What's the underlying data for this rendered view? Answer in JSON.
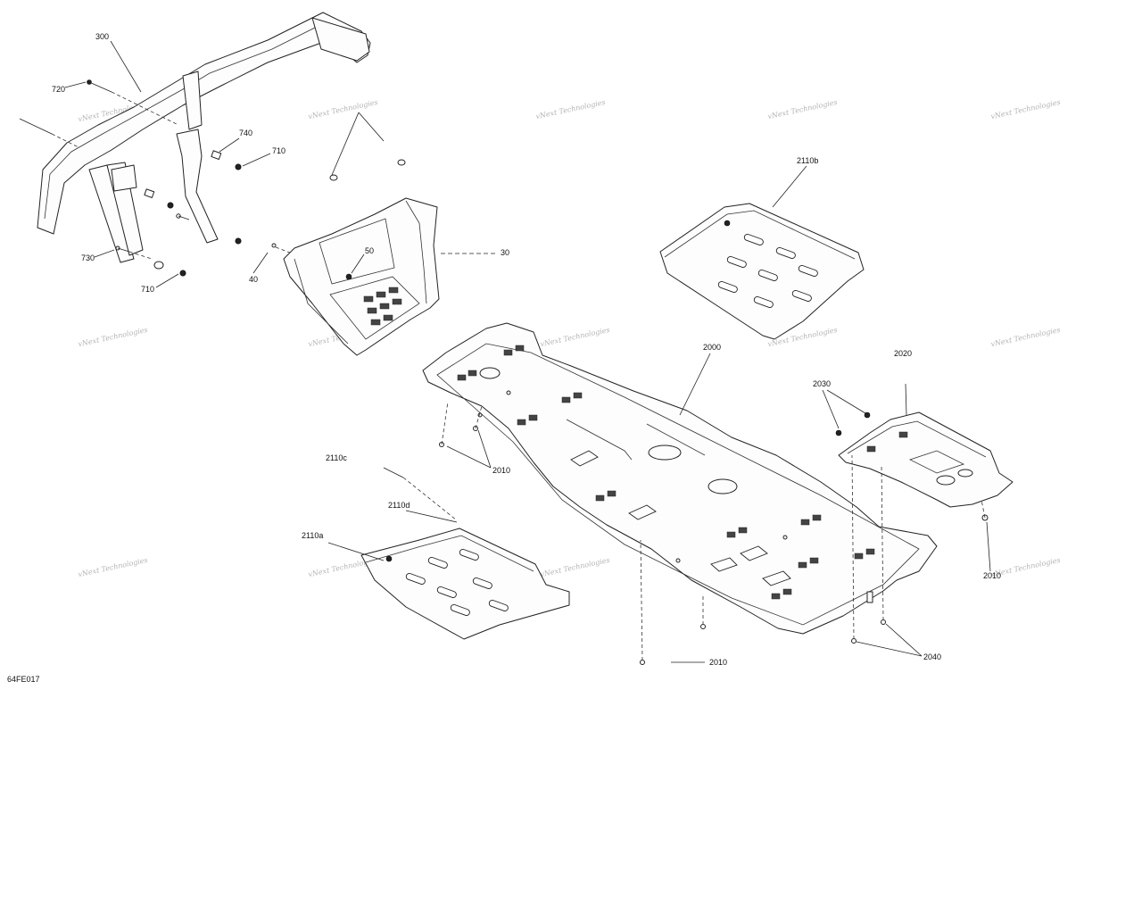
{
  "figure_id": "64FE017",
  "watermark": "vNext Technologies",
  "labels": {
    "l300": "300",
    "l720": "720",
    "l740": "740",
    "l710a": "710",
    "l710b": "710",
    "l730": "730",
    "l40": "40",
    "l50": "50",
    "l30": "30",
    "l2110b": "2110b",
    "l2000": "2000",
    "l2020": "2020",
    "l2030": "2030",
    "l2110c": "2110c",
    "l2110d": "2110d",
    "l2110a": "2110a",
    "l2010a": "2010",
    "l2010b": "2010",
    "l2010c": "2010",
    "l2040": "2040"
  }
}
